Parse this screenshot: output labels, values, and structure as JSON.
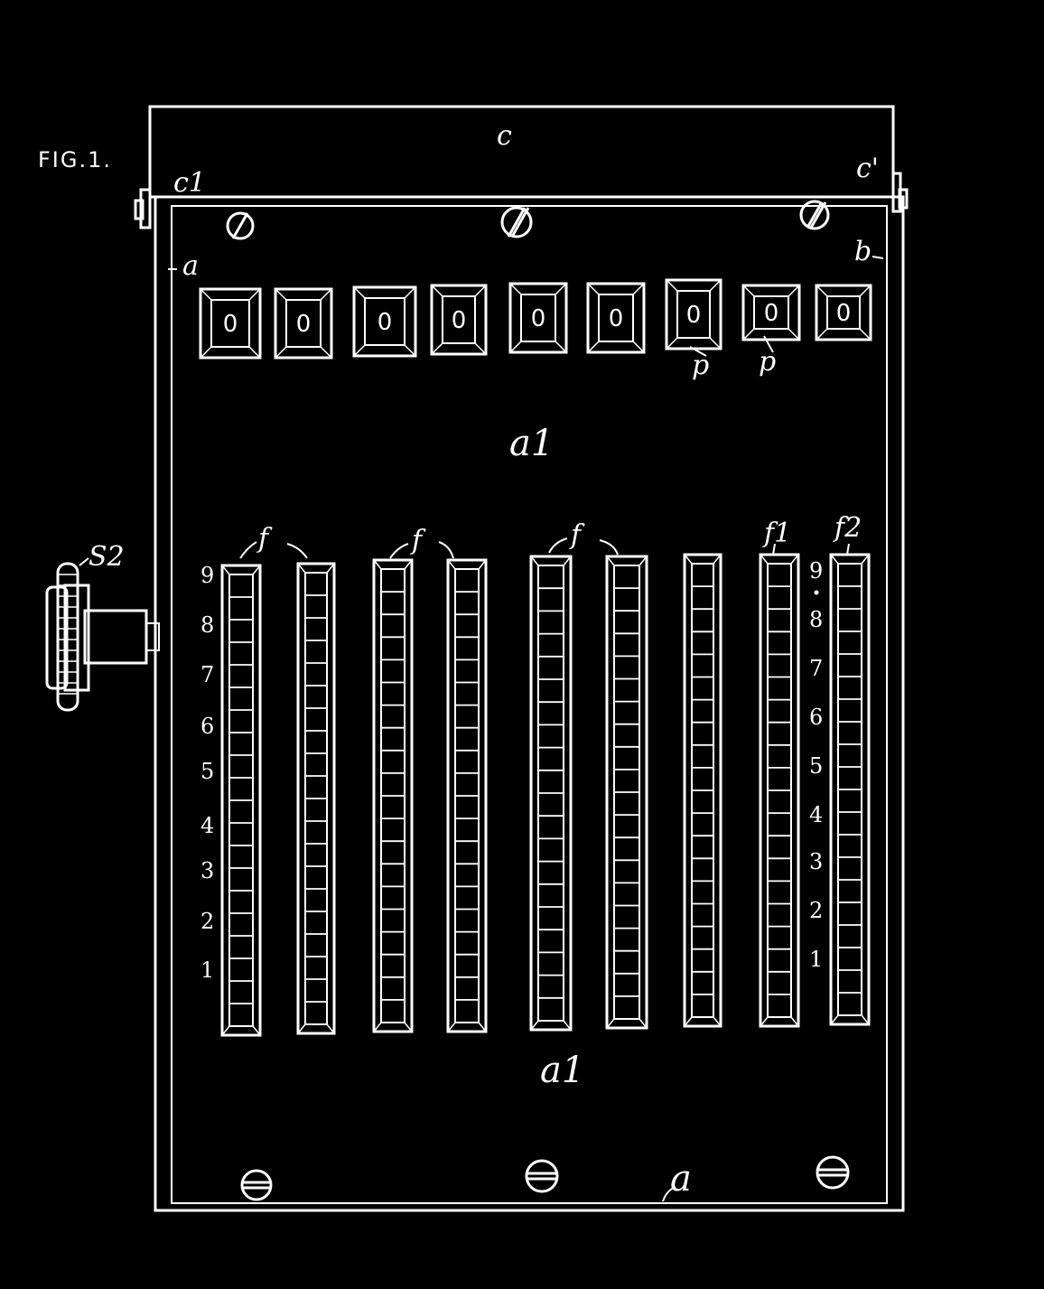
{
  "figure": {
    "title": "FIG.1.",
    "labels": {
      "c": "c",
      "c1_left": "c1",
      "c1_right": "c'",
      "a_left": "a",
      "b": "b",
      "a1_top": "a1",
      "a1_bottom": "a1",
      "a_bottom": "a",
      "s2": "S2"
    },
    "display_windows": [
      "0",
      "0",
      "0",
      "0",
      "0",
      "0",
      "0",
      "0",
      "0"
    ],
    "p_labels": [
      "p",
      "p"
    ],
    "f_labels": [
      "f",
      "f",
      "f",
      "f1",
      "f2"
    ],
    "left_scale": [
      "9",
      "8",
      "7",
      "6",
      "5",
      "4",
      "3",
      "2",
      "1"
    ],
    "right_scale": [
      "9",
      "8",
      "7",
      "6",
      "5",
      "4",
      "3",
      "2",
      "1"
    ],
    "key_columns": 9,
    "cells_per_column": 20,
    "colors": {
      "background": "#000000",
      "line": "#ffffff"
    }
  }
}
